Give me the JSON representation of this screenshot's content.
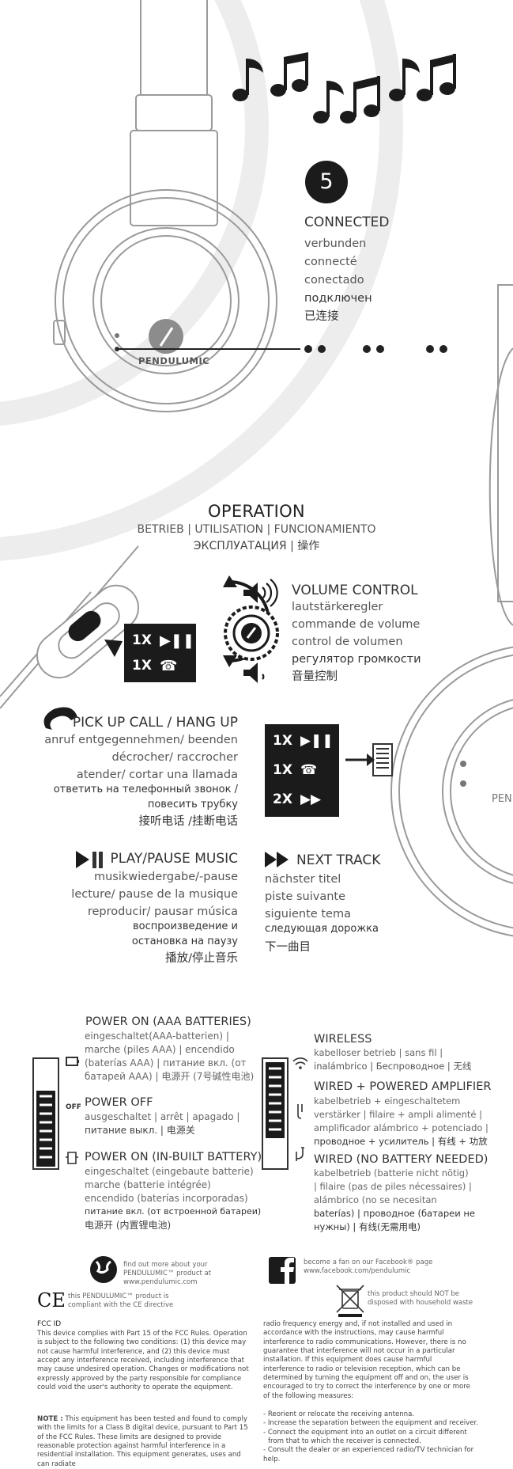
{
  "step": {
    "number": "5",
    "title": "CONNECTED",
    "translations": [
      "verbunden",
      "connecté",
      "conectado",
      "подключен",
      "已连接"
    ]
  },
  "brand": {
    "logo_text": "PENDULUMIC",
    "logo_text_partial": "PEN"
  },
  "operation": {
    "title": "OPERATION",
    "subtitle_1": "BETRIEB | UTILISATION  |  FUNCIONAMIENTO",
    "subtitle_2": "ЭКСПЛУАТАЦИЯ |   操作"
  },
  "remote_box": {
    "row1_count": "1X",
    "row2_count": "1X"
  },
  "volume": {
    "title": "VOLUME CONTROL",
    "translations": [
      "lautstärkeregler",
      "commande de volume",
      "control de volumen",
      "регулятор громкости",
      "音量控制"
    ]
  },
  "pickup": {
    "title": "PICK UP CALL / HANG UP",
    "translations": [
      "anruf entgegennehmen/ beenden",
      "décrocher/ raccrocher",
      "atender/ cortar una llamada",
      "ответить на телефонный звонок /",
      "повесить трубку",
      "接听电话 /挂断电话"
    ]
  },
  "button_box": {
    "row1_count": "1X",
    "row2_count": "1X",
    "row3_count": "2X"
  },
  "play": {
    "title": "PLAY/PAUSE MUSIC",
    "translations": [
      "musikwiedergabe/-pause",
      "lecture/ pause de la musique",
      "reproducir/ pausar música",
      "воспроизведение и",
      "остановка на паузу",
      "播放/停止音乐"
    ]
  },
  "next": {
    "title": "NEXT TRACK",
    "translations": [
      "nächster titel",
      "piste suivante",
      "siguiente tema",
      "следующая дорожка",
      "下一曲目"
    ]
  },
  "power_on_aaa": {
    "title": "POWER ON (AAA BATTERIES)",
    "lines": [
      "eingeschaltet(AAA-batterien)  |",
      "marche (piles AAA)  |  encendido",
      "(baterías AAA)  |  питание вкл. (от",
      "батарей AAA)  | 电源开 (7号碱性电池)"
    ]
  },
  "power_off": {
    "label": "OFF",
    "title": "POWER OFF",
    "lines": [
      "ausgeschaltet  |  arrêt  |  apagado  |",
      "питание выкл.  |  电源关"
    ]
  },
  "power_on_builtin": {
    "title": "POWER ON (IN-BUILT BATTERY)",
    "lines": [
      "eingeschaltet (eingebaute batterie)",
      "marche (batterie intégrée)",
      "encendido (baterías incorporadas)",
      "питание вкл. (от встроенной батареи)",
      "电源开 (内置锂电池)"
    ]
  },
  "wireless": {
    "title": "WIRELESS",
    "lines": [
      "kabelloser betrieb  |  sans fil  |",
      "inalámbrico   |  Беспроводное  |  无线"
    ]
  },
  "wired_amp": {
    "title": "WIRED + POWERED AMPLIFIER",
    "lines": [
      "kabelbetrieb + eingeschaltetem",
      "verstärker  |  filaire + ampli alimenté  |",
      "amplificador alámbrico + potenciado  |",
      "проводное + усилитель  |  有线 + 功放"
    ]
  },
  "wired_nobattery": {
    "title": "WIRED (NO BATTERY NEEDED)",
    "lines": [
      "kabelbetrieb (batterie nicht nötig)",
      "|  filaire (pas de piles nécessaires)  |",
      "alámbrico (no se necesitan",
      "baterías)  |  проводное (батареи не",
      "нужны)  |  有线(无需用电)"
    ]
  },
  "footer": {
    "website_text": "find out more about your PENDULUMIC™ product at www.pendulumic.com",
    "facebook_text": "become a fan on our Facebook® page www.facebook.com/pendulumic",
    "ce_mark": "CE",
    "ce_text": "this PENDULUMIC™ product is compliant with the CE directive",
    "waste_text": "this product should NOT be disposed with household waste",
    "fcc_title": "FCC ID",
    "fcc_para1": "This device complies with Part 15 of the FCC Rules. Operation is subject to the following two conditions: (1) this device may not cause harmful interference, and (2) this device must accept any interference received, including interference that may cause undesired operation. Changes or modifications not expressly approved by the party responsible for compliance could void the user's authority to operate the equipment.",
    "fcc_note_label": "NOTE :",
    "fcc_note": "This equipment has been tested and found to comply with the limits for a Class B digital device, pursuant to Part 15 of the FCC Rules. These limits are designed to provide reasonable protection against harmful interference in a residential installation. This equipment generates, uses and can radiate",
    "fcc_right": "radio frequency energy and, if not installed and used in accordance with the instructions, may cause harmful interference to radio communications. However, there is no guarantee that interference will not occur in a particular installation. If this equipment does cause harmful interference to radio or television reception, which can be determined by turning the equipment off and on, the user is encouraged to try to correct the interference by one or more of the following measures:",
    "fcc_measures": [
      "- Reorient or relocate the receiving antenna.",
      "- Increase the separation between the equipment and receiver.",
      "- Connect the equipment into an outlet on a circuit different",
      "  from that to which the receiver is connected.",
      "- Consult the dealer or an experienced radio/TV technician for help."
    ]
  }
}
